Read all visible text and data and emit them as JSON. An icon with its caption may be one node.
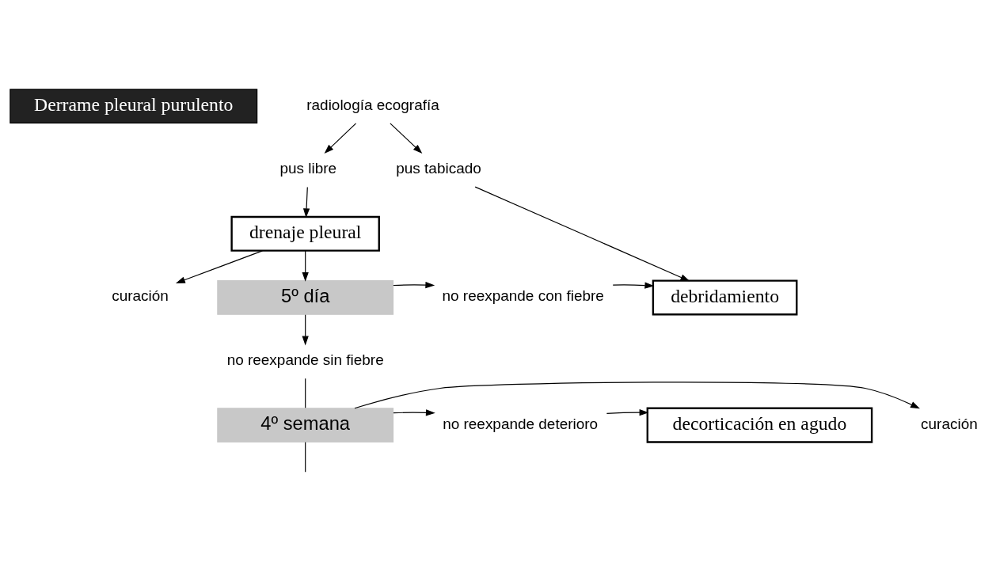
{
  "diagram": {
    "nodes": [
      {
        "text": [
          "Derrame pleural purulento"
        ]
      },
      {
        "text": [
          "radiología ecografía"
        ]
      },
      {
        "text": [
          "pus libre"
        ]
      },
      {
        "text": [
          "pus tabicado"
        ]
      },
      {
        "text": [
          "drenaje pleural"
        ]
      },
      {
        "text": [
          "curación"
        ]
      },
      {
        "text": [
          "5º día"
        ]
      },
      {
        "text": [
          "no reexpande con fiebre"
        ]
      },
      {
        "text": [
          "debridamiento"
        ]
      },
      {
        "text": [
          "no reexpande sin fiebre"
        ]
      },
      {
        "text": [
          "curación"
        ]
      },
      {
        "text": [
          "4º semana"
        ]
      },
      {
        "text": [
          "no reexpande deterioro"
        ]
      },
      {
        "text": [
          "decorticación en agudo"
        ]
      }
    ],
    "edges": [
      {
        "from": 1,
        "to": 2,
        "arrow": "to"
      },
      {
        "from": 1,
        "to": 3,
        "arrow": "to"
      },
      {
        "from": 2,
        "to": 4,
        "arrow": "to"
      },
      {
        "from": 3,
        "to": 8,
        "arrow": "to"
      },
      {
        "from": 4,
        "to": 5,
        "arrow": "to"
      },
      {
        "from": 4,
        "to": 6,
        "arrow": "to"
      },
      {
        "from": 6,
        "to": 7,
        "arrow": "to"
      },
      {
        "from": 7,
        "to": 8,
        "arrow": "to"
      },
      {
        "from": 6,
        "to": 9,
        "arrow": "to"
      },
      {
        "from": 9,
        "to": 11,
        "arrow": "none"
      },
      {
        "from": 11,
        "to": 10,
        "arrow": "to"
      },
      {
        "from": 11,
        "to": 12,
        "arrow": "to"
      },
      {
        "from": 12,
        "to": 13,
        "arrow": "to"
      },
      {
        "from": 11,
        "to": null,
        "arrow": "none"
      }
    ]
  }
}
